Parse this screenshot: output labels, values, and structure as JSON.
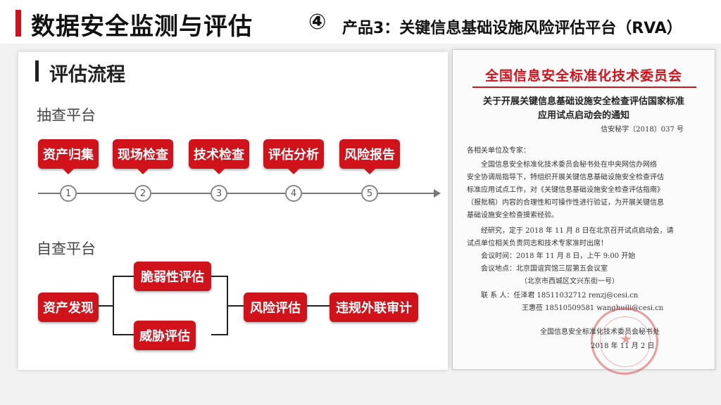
{
  "header": {
    "title": "数据安全监测与评估",
    "number": "④",
    "subtitle": "产品3：关键信息基础设施风险评估平台（RVA）"
  },
  "process": {
    "heading": "评估流程",
    "spot_check": {
      "label": "抽查平台",
      "steps": [
        {
          "label": "资产归集",
          "num": "1"
        },
        {
          "label": "现场检查",
          "num": "2"
        },
        {
          "label": "技术检查",
          "num": "3"
        },
        {
          "label": "评估分析",
          "num": "4"
        },
        {
          "label": "风险报告",
          "num": "5"
        }
      ]
    },
    "self_check": {
      "label": "自查平台",
      "discover": "资产发现",
      "vulnerability": "脆弱性评估",
      "threat": "威胁评估",
      "risk": "风险评估",
      "audit": "违规外联审计"
    }
  },
  "document": {
    "org": "全国信息安全标准化技术委员会",
    "title_line1": "关于开展关键信息基础设施安全检查评估国家标准",
    "title_line2": "应用试点启动会的通知",
    "ref": "信安秘字〔2018〕037 号",
    "lines": [
      "各相关单位及专家：",
      "全国信息安全标准化技术委员会秘书处在中央网信办网络",
      "安全协调局指导下，特组织开展关键信息基础设施安全检查评估",
      "标准应用试点工作，对《关键信息基础设施安全检查评估指南》",
      "（报批稿）内容的合理性和可操作性进行验证，为开展关键信息",
      "基础设施安全检查摸索经验。",
      "经研究，定于 2018 年 11 月 8 日在北京召开试点启动会，请",
      "试点单位相关负责同志和技术专家准时出席！",
      "会议时间：2018 年 11 月 8 日，上午 9:00 开始",
      "会议地点：北京国谊宾馆三层第五会议室",
      "（北京市西城区文兴东街一号）",
      "联 系 人：任泽君 18511032712 renzj@cesi.cn",
      "王惠莅 18510509581 wanghuili@cesi.cn"
    ],
    "sign": "全国信息安全标准化技术委员会秘书处",
    "date": "2018 年 11 月 2 日"
  }
}
